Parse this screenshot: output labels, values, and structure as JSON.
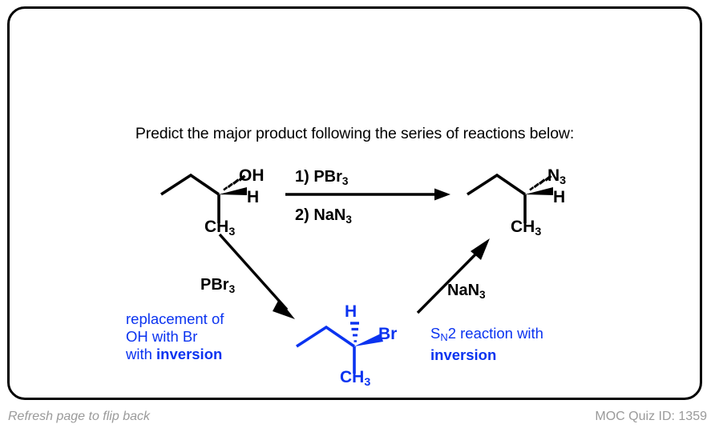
{
  "card": {
    "prompt": "Predict the major product following the series of reactions below:"
  },
  "reaction_scheme": {
    "starting_material": {
      "name": "(S)-butan-2-ol",
      "labels": {
        "heteroatom": "OH",
        "hydrogen": "H",
        "methyl": "CH3",
        "methyl_main": "CH",
        "methyl_sub": "3"
      },
      "color": "#000000",
      "stereo": {
        "heteroatom_bond": "hashed",
        "hydrogen_bond": "wedge"
      }
    },
    "product": {
      "name": "(R)-2-azidobutane",
      "labels": {
        "heteroatom": "N3",
        "heteroatom_main": "N",
        "heteroatom_sub": "3",
        "hydrogen": "H",
        "methyl_main": "CH",
        "methyl_sub": "3"
      },
      "color": "#000000",
      "stereo": {
        "heteroatom_bond": "hashed",
        "hydrogen_bond": "wedge"
      }
    },
    "intermediate": {
      "name": "(R)-2-bromobutane",
      "labels": {
        "hydrogen": "H",
        "heteroatom": "Br",
        "methyl_main": "CH",
        "methyl_sub": "3"
      },
      "color": "#0a33f0",
      "stereo": {
        "hydrogen_bond": "hashed",
        "heteroatom_bond": "wedge"
      }
    },
    "main_arrow": {
      "reagent_top_main": "1) PBr",
      "reagent_top_sub": "3",
      "reagent_bottom_main": "2) NaN",
      "reagent_bottom_sub": "3"
    },
    "step1_arrow": {
      "reagent_main": "PBr",
      "reagent_sub": "3"
    },
    "step2_arrow": {
      "reagent_main": "NaN",
      "reagent_sub": "3"
    },
    "note_left": {
      "line1": "replacement of",
      "line2": "OH with Br",
      "line3_prefix": "with ",
      "line3_bold": "inversion"
    },
    "note_right": {
      "line1_prefix": "S",
      "line1_sub": "N",
      "line1_suffix": "2 reaction with",
      "line2_bold": "inversion"
    }
  },
  "footer": {
    "left": "Refresh page to flip back",
    "right": "MOC Quiz ID: 1359"
  },
  "colors": {
    "blue": "#0a33f0",
    "black": "#000000",
    "footer_gray": "#9a9a9a"
  }
}
